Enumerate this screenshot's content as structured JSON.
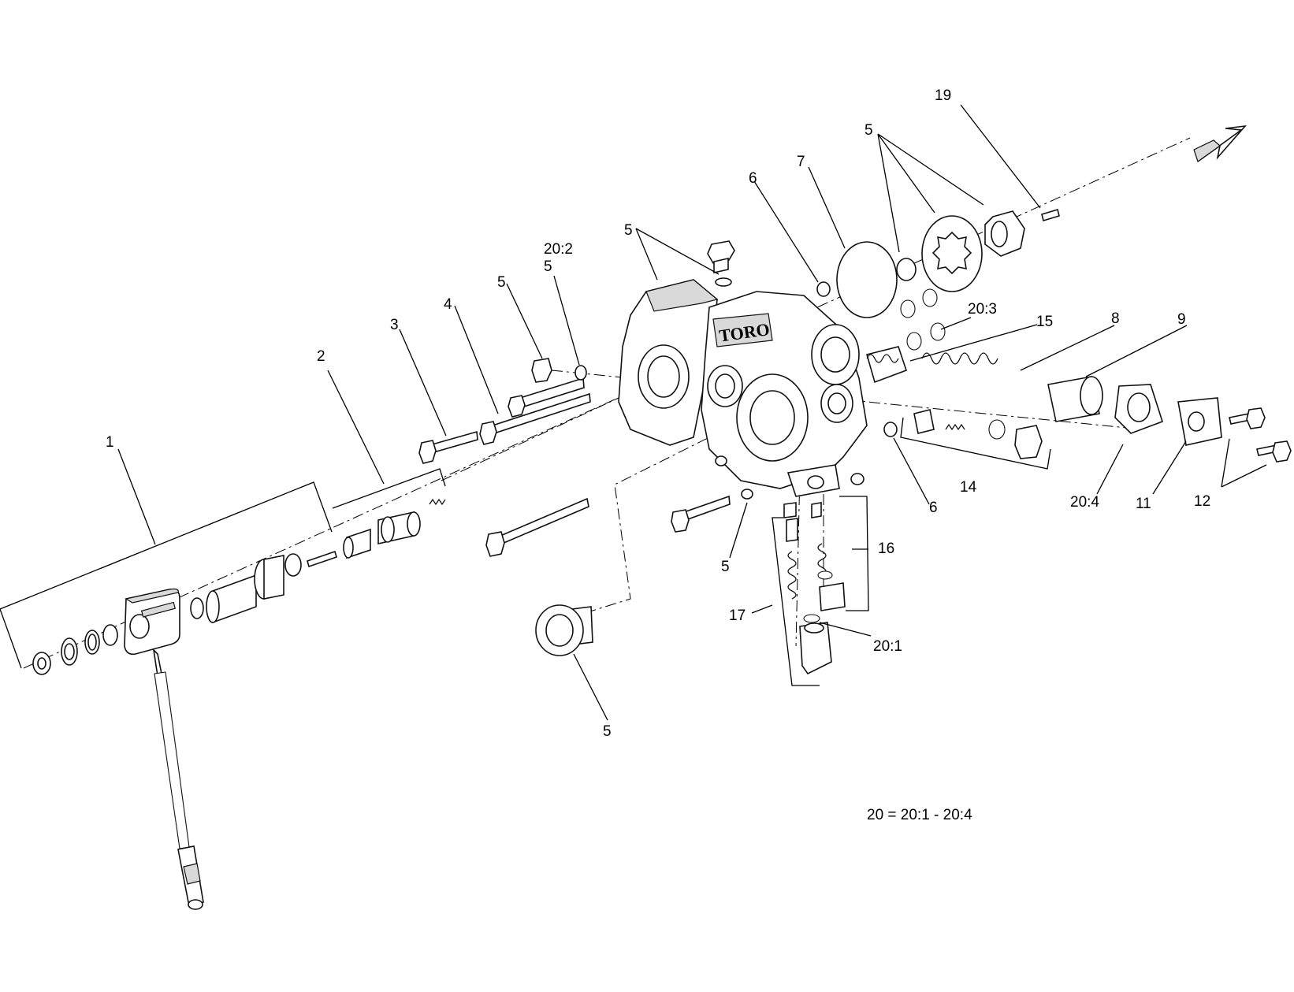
{
  "callouts": {
    "c1": "1",
    "c2": "2",
    "c3": "3",
    "c4": "4",
    "c5a": "5",
    "c5b": "5",
    "c5c": "5",
    "c5d": "5",
    "c5e": "5",
    "c5f": "5",
    "c6a": "6",
    "c6b": "6",
    "c7": "7",
    "c8": "8",
    "c9": "9",
    "c11": "11",
    "c12": "12",
    "c14": "14",
    "c15": "15",
    "c16": "16",
    "c17": "17",
    "c19": "19",
    "c20_1": "20:1",
    "c20_2": "20:2",
    "c20_3": "20:3",
    "c20_4": "20:4"
  },
  "note": "20 = 20:1 - 20:4",
  "housing_logo": "TORO"
}
